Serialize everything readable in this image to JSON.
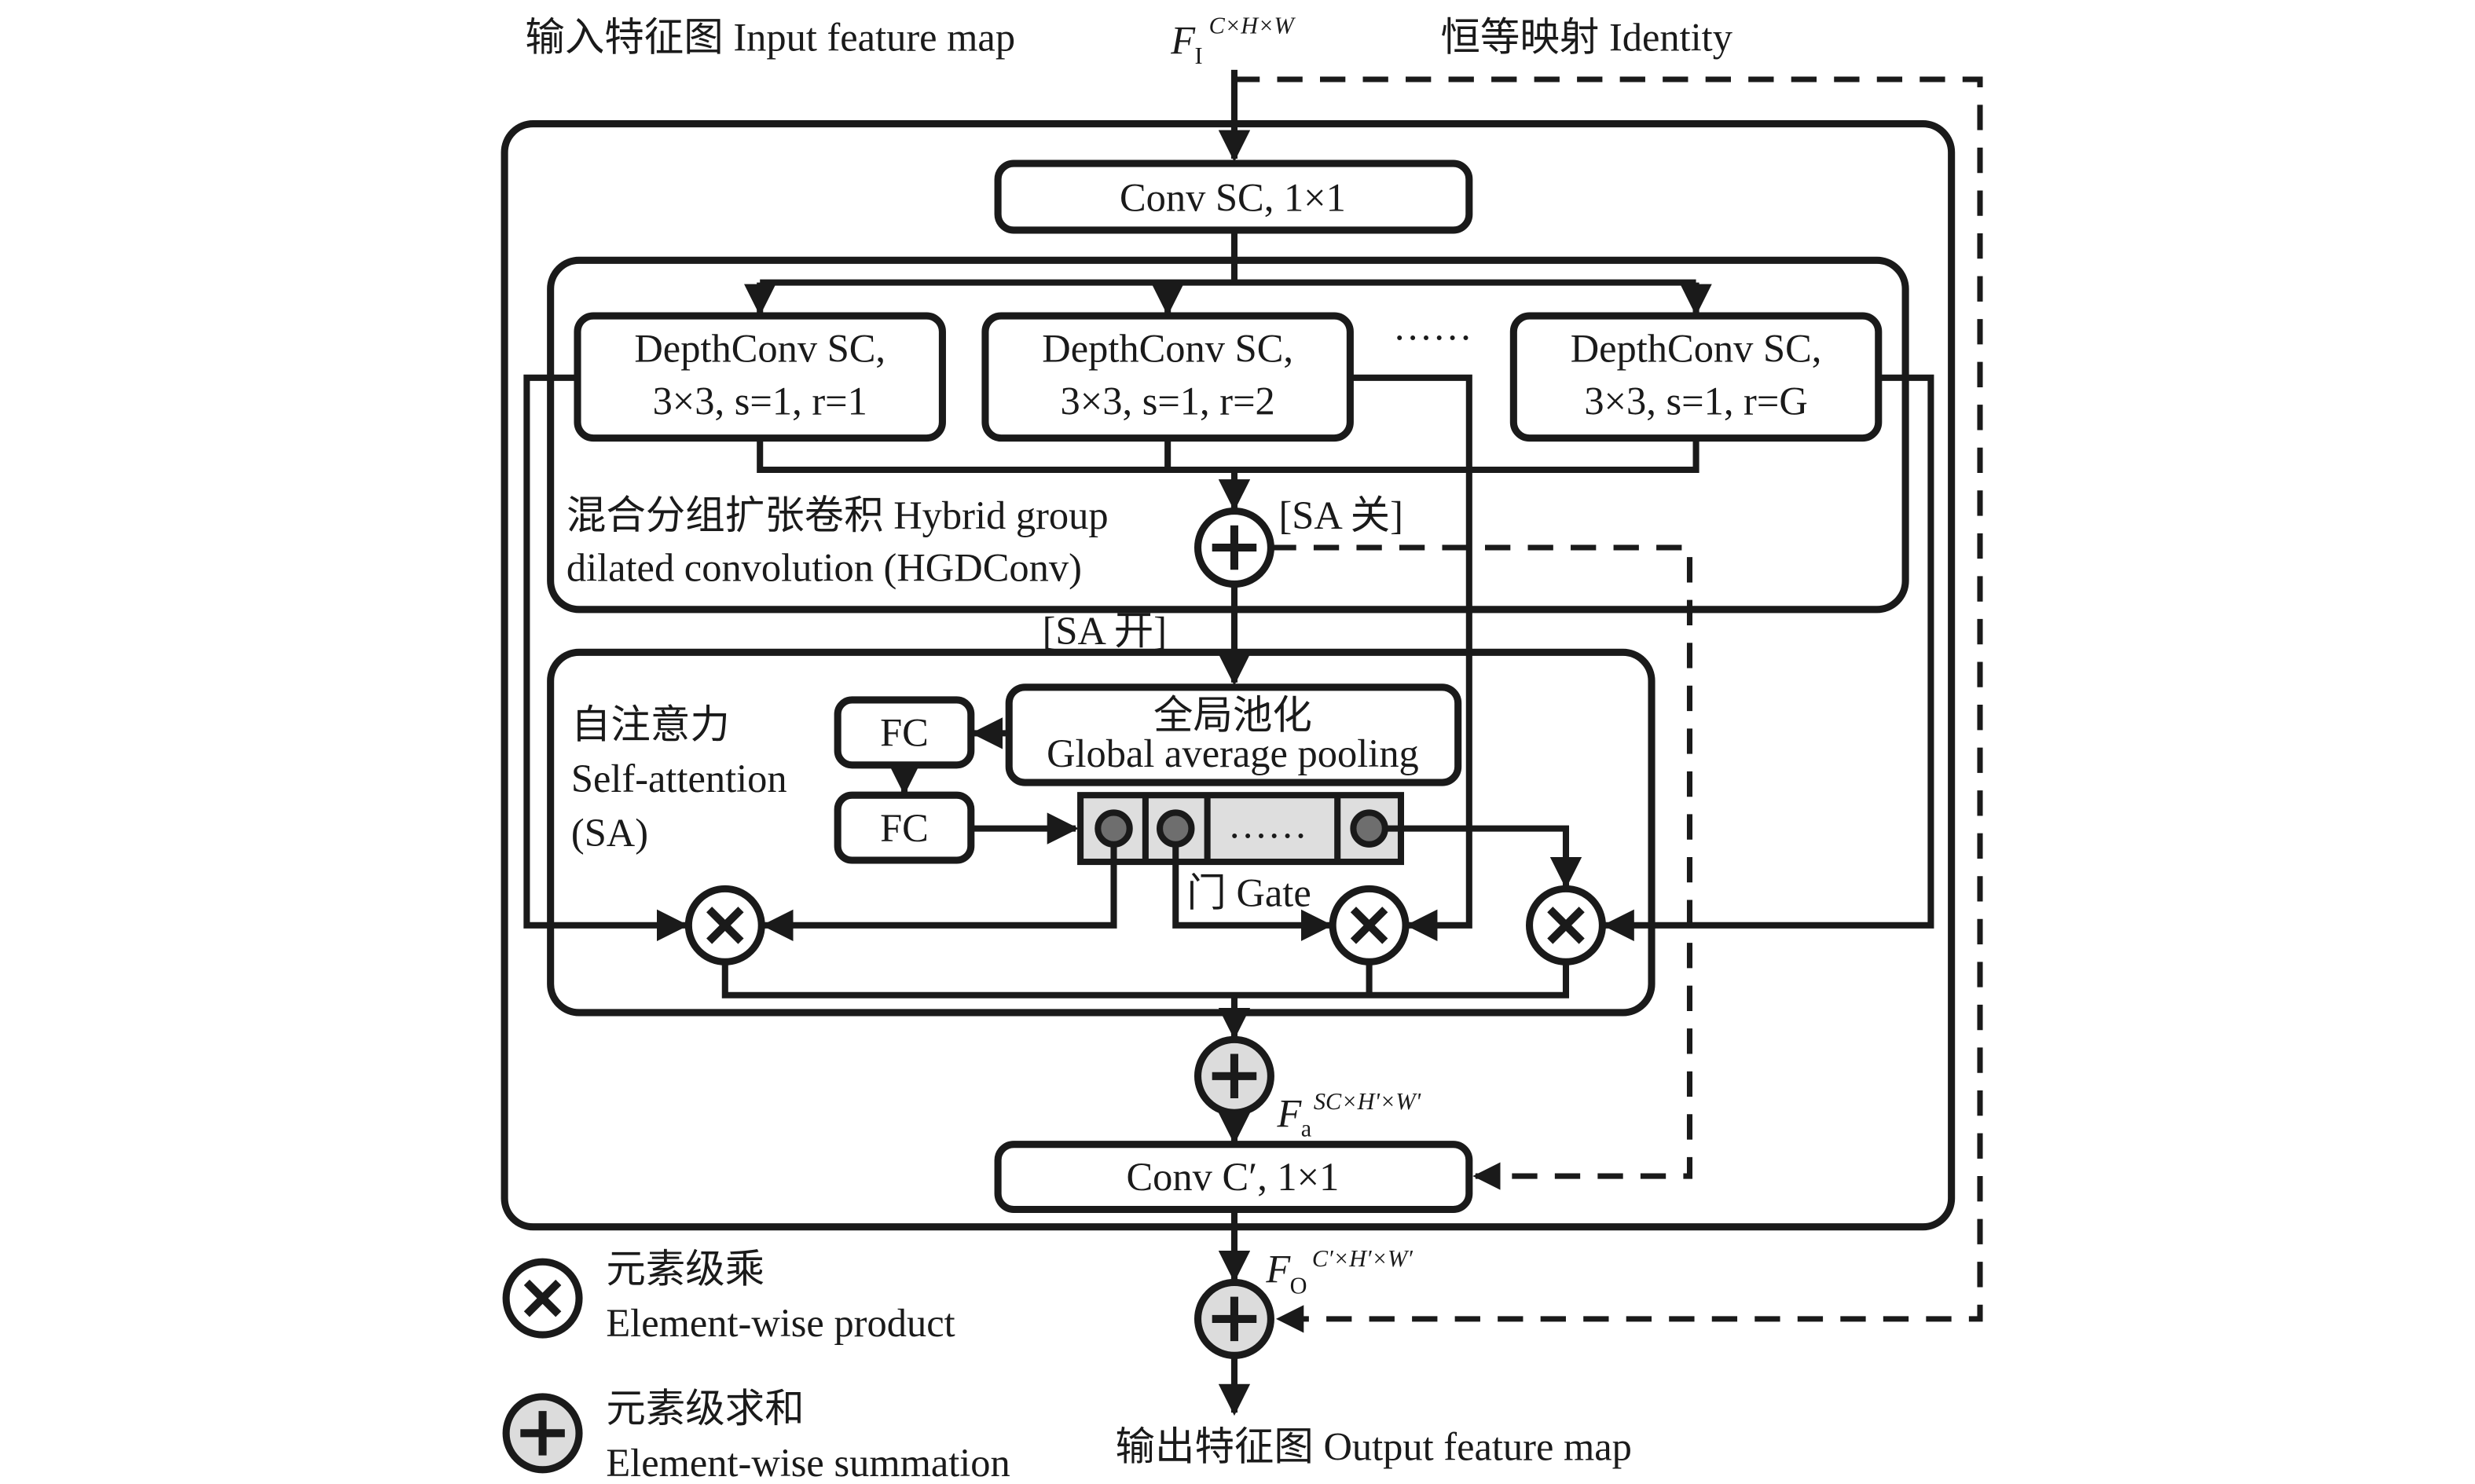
{
  "input": {
    "label": "输入特征图 Input feature map",
    "symbol": "F",
    "symbol_sub": "I",
    "symbol_sup": "C×H×W"
  },
  "identity": {
    "label": "恒等映射  Identity"
  },
  "conv_sc": {
    "label": "Conv SC, 1×1"
  },
  "depth_convs": [
    {
      "line1": "DepthConv SC,",
      "line2": "3×3, s=1, r=1"
    },
    {
      "line1": "DepthConv SC,",
      "line2": "3×3, s=1, r=2"
    },
    {
      "line1": "DepthConv SC,",
      "line2": "3×3, s=1, r=G"
    }
  ],
  "ellipsis": "……",
  "hgdconv": {
    "line1": "混合分组扩张卷积 Hybrid group",
    "line2": "dilated convolution (HGDConv)"
  },
  "sa_off": "[SA 关]",
  "sa_on": "[SA 开]",
  "sa": {
    "line1": "自注意力",
    "line2": "Self-attention",
    "line3": "(SA)"
  },
  "gap": {
    "line1": "全局池化",
    "line2": "Global average pooling"
  },
  "fc1": "FC",
  "fc2": "FC",
  "gate": "门 Gate",
  "fa": {
    "symbol": "F",
    "sub": "a",
    "sup": "SC×H'×W'"
  },
  "conv_out": {
    "label": "Conv C′, 1×1"
  },
  "fo": {
    "symbol": "F",
    "sub": "O",
    "sup": "C′×H′×W′"
  },
  "output": {
    "label": "输出特征图 Output feature map"
  },
  "legend": {
    "product_cn": "元素级乘",
    "product_en": "Element-wise product",
    "sum_cn": "元素级求和",
    "sum_en": "Element-wise summation"
  },
  "icons": {
    "product": "circled-times-icon",
    "sum": "circled-plus-icon"
  }
}
